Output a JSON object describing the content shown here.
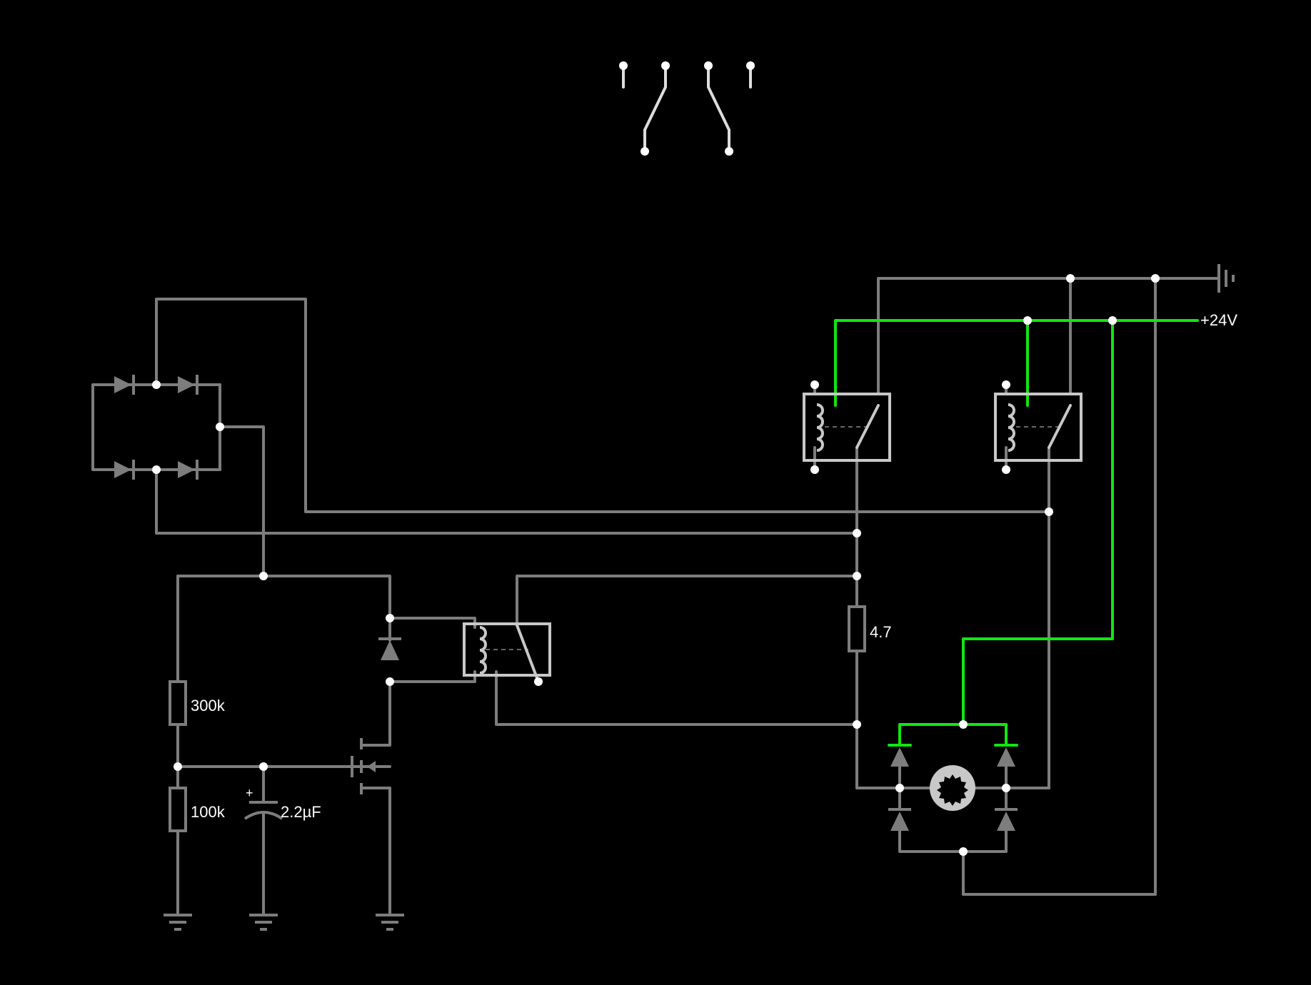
{
  "colors": {
    "background": "#000000",
    "wire": "#7d7d7d",
    "live_wire": "#11e611",
    "component": "#7d7d7d",
    "relay": "#c8c8c8",
    "node": "#ffffff"
  },
  "labels": {
    "supply": "+24V",
    "r_top": "300k",
    "r_bottom": "100k",
    "cap": "2.2µF",
    "cap_polarity": "+",
    "r_motor": "4.7"
  }
}
